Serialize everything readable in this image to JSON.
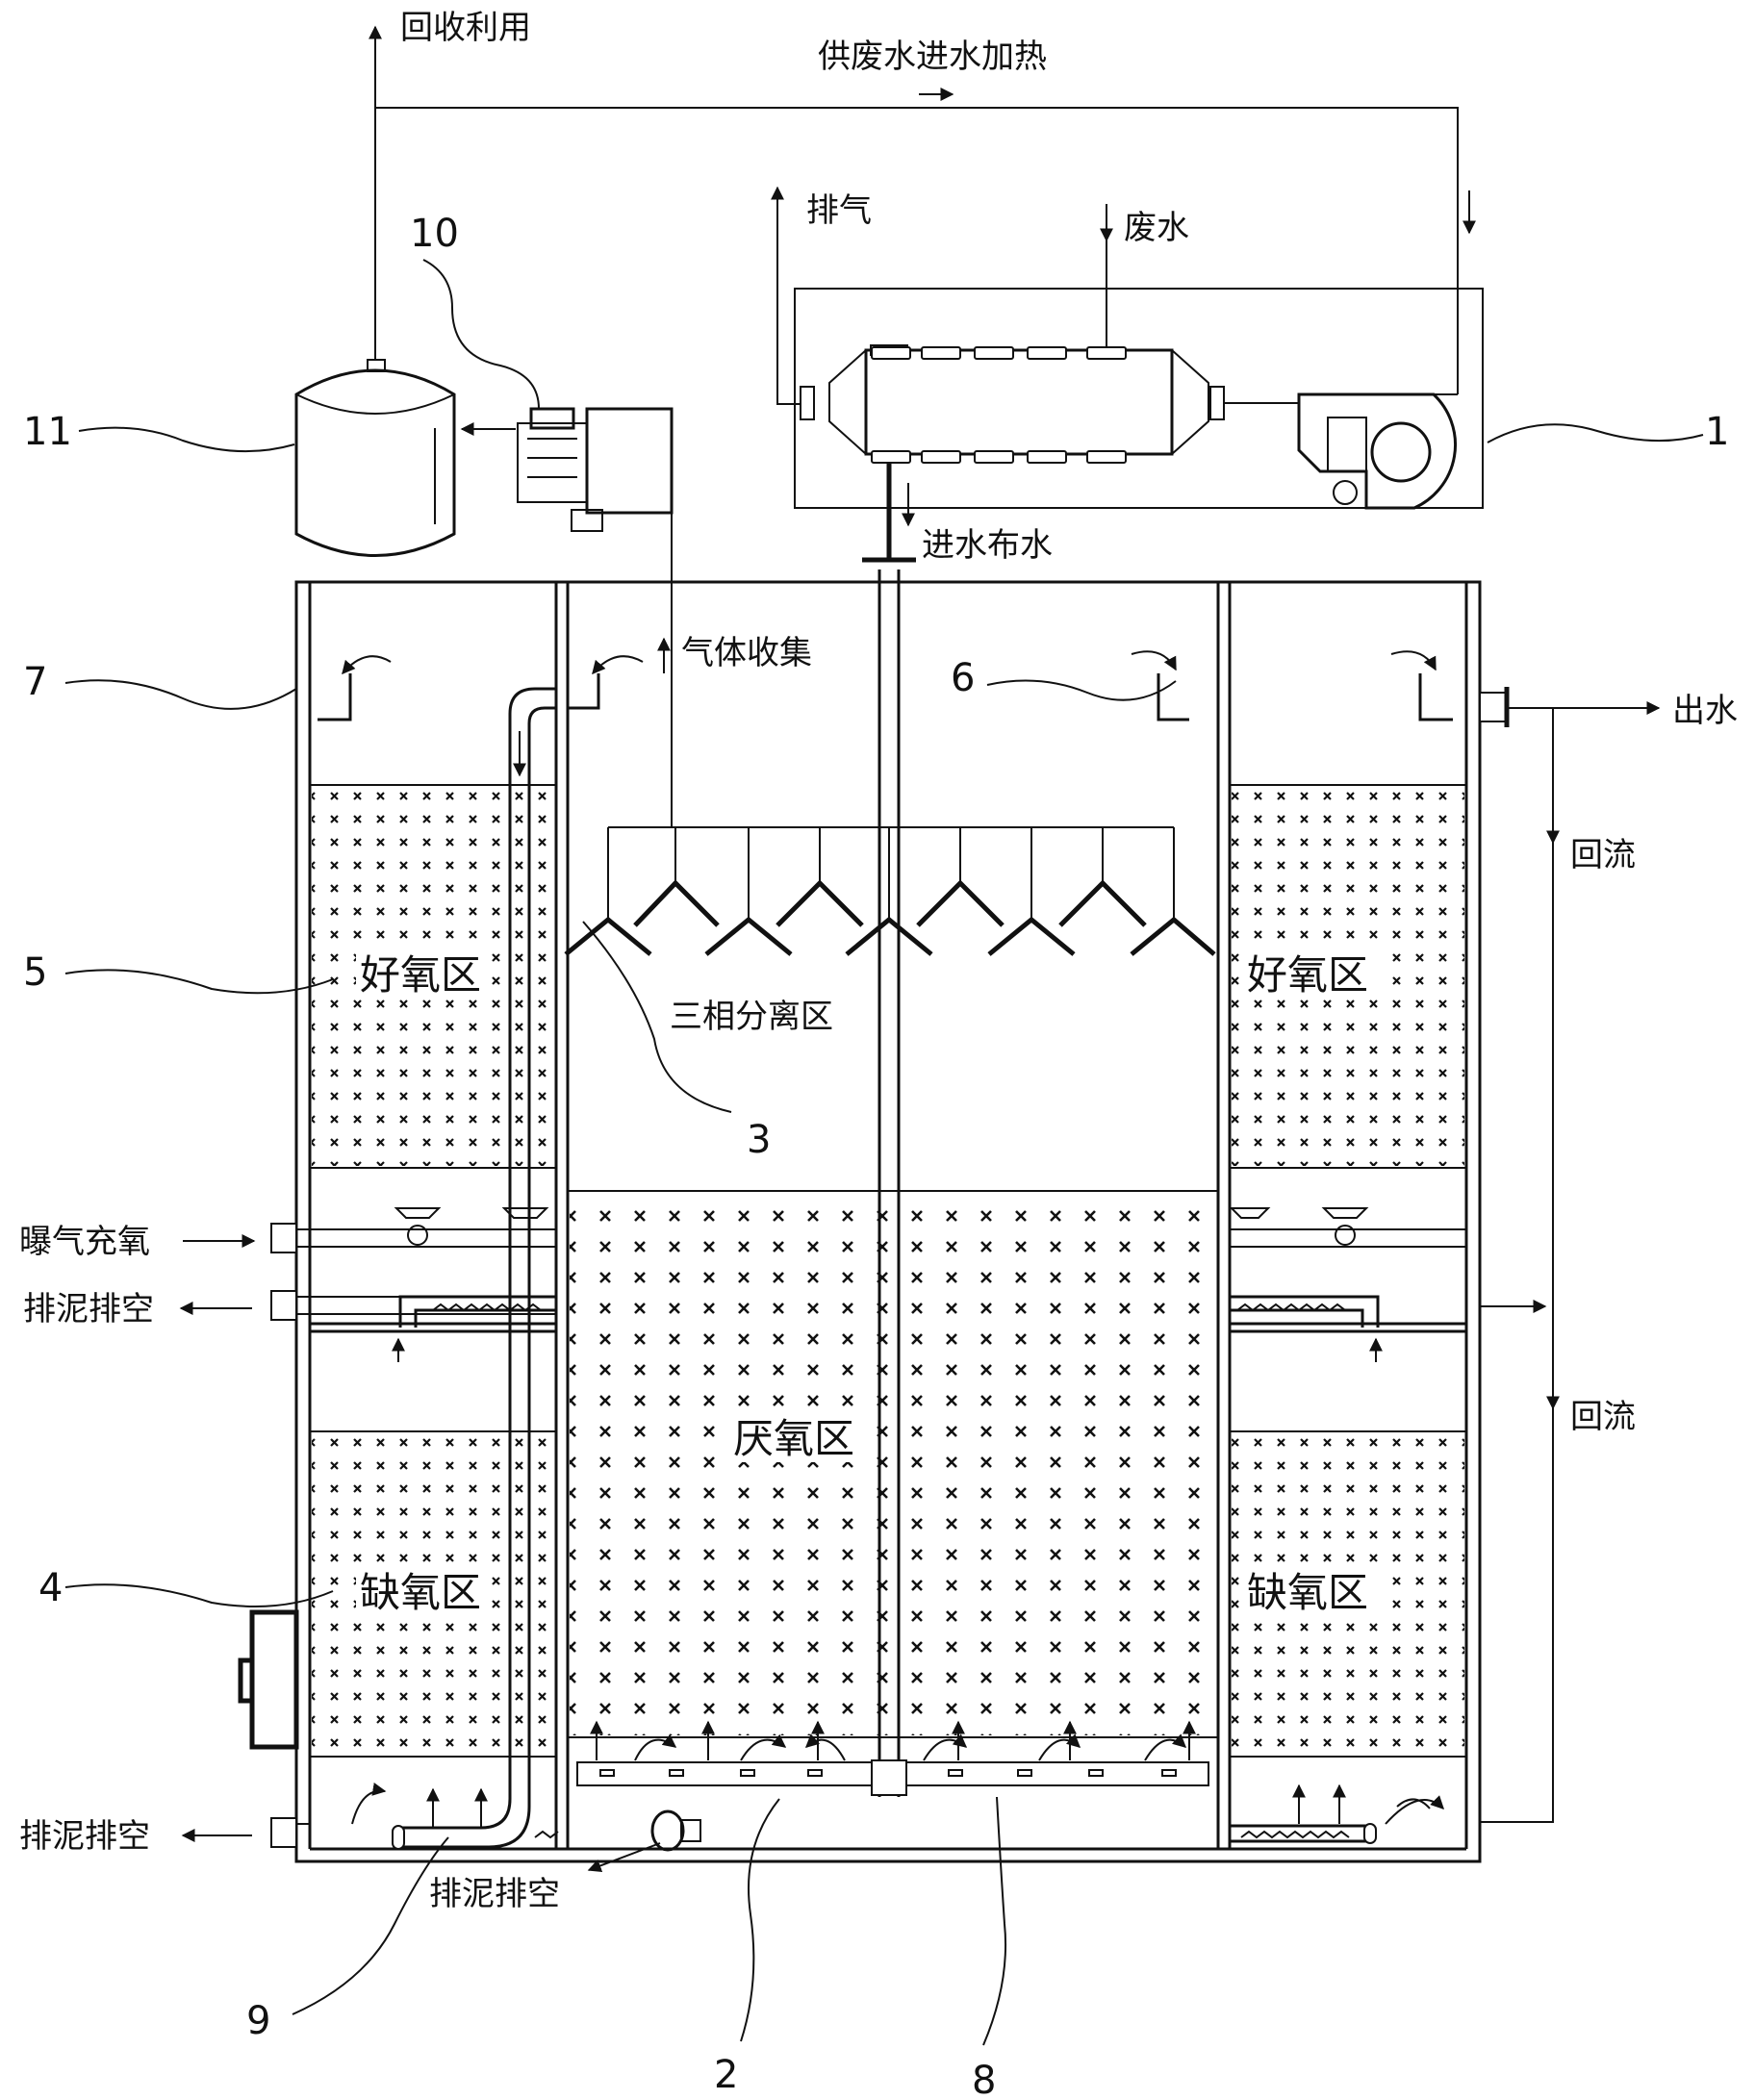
{
  "labels": {
    "recycle": "回收利用",
    "heat_supply": "供废水进水加热",
    "exhaust": "排气",
    "wastewater": "废水",
    "inlet_distribution": "进水布水",
    "gas_collection": "气体收集",
    "outlet": "出水",
    "reflux_top": "回流",
    "reflux_bottom": "回流",
    "aerobic_left": "好氧区",
    "aerobic_right": "好氧区",
    "three_phase": "三相分离区",
    "anaerobic": "厌氧区",
    "anoxic_left": "缺氧区",
    "anoxic_right": "缺氧区",
    "aeration": "曝气充氧",
    "sludge_mid": "排泥排空",
    "sludge_bottom_left": "排泥排空",
    "sludge_bottom_center": "排泥排空"
  },
  "parts": {
    "n1": "1",
    "n2": "2",
    "n3": "3",
    "n4": "4",
    "n5": "5",
    "n6": "6",
    "n7": "7",
    "n8": "8",
    "n9": "9",
    "n10": "10",
    "n11": "11"
  }
}
